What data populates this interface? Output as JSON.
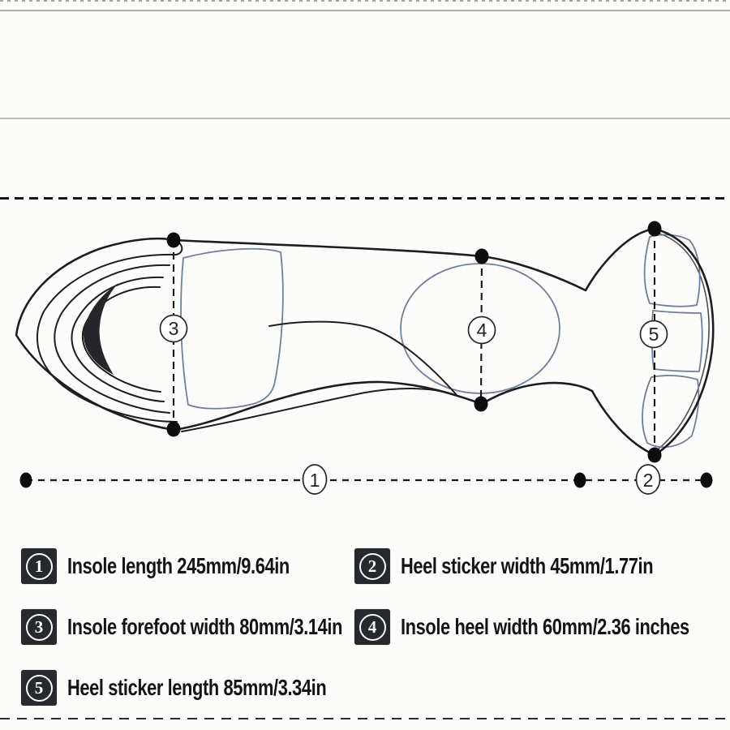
{
  "colors": {
    "background": "#fcfcfa",
    "outline": "#1d1d1f",
    "pad_line": "#6e7f9c",
    "legend_square": "#26292e",
    "text": "#141414"
  },
  "diagram": {
    "markers": [
      {
        "number": "1",
        "measures": "insole length"
      },
      {
        "number": "2",
        "measures": "heel sticker width"
      },
      {
        "number": "3",
        "measures": "insole forefoot width"
      },
      {
        "number": "4",
        "measures": "insole heel width"
      },
      {
        "number": "5",
        "measures": "heel sticker length"
      }
    ]
  },
  "legend": {
    "items": [
      {
        "num": "1",
        "text": "Insole length 245mm/9.64in"
      },
      {
        "num": "2",
        "text": "Heel sticker width 45mm/1.77in"
      },
      {
        "num": "3",
        "text": "Insole forefoot width 80mm/3.14in"
      },
      {
        "num": "4",
        "text": "Insole heel width 60mm/2.36 inches"
      },
      {
        "num": "5",
        "text": "Heel sticker length 85mm/3.34in"
      }
    ]
  }
}
